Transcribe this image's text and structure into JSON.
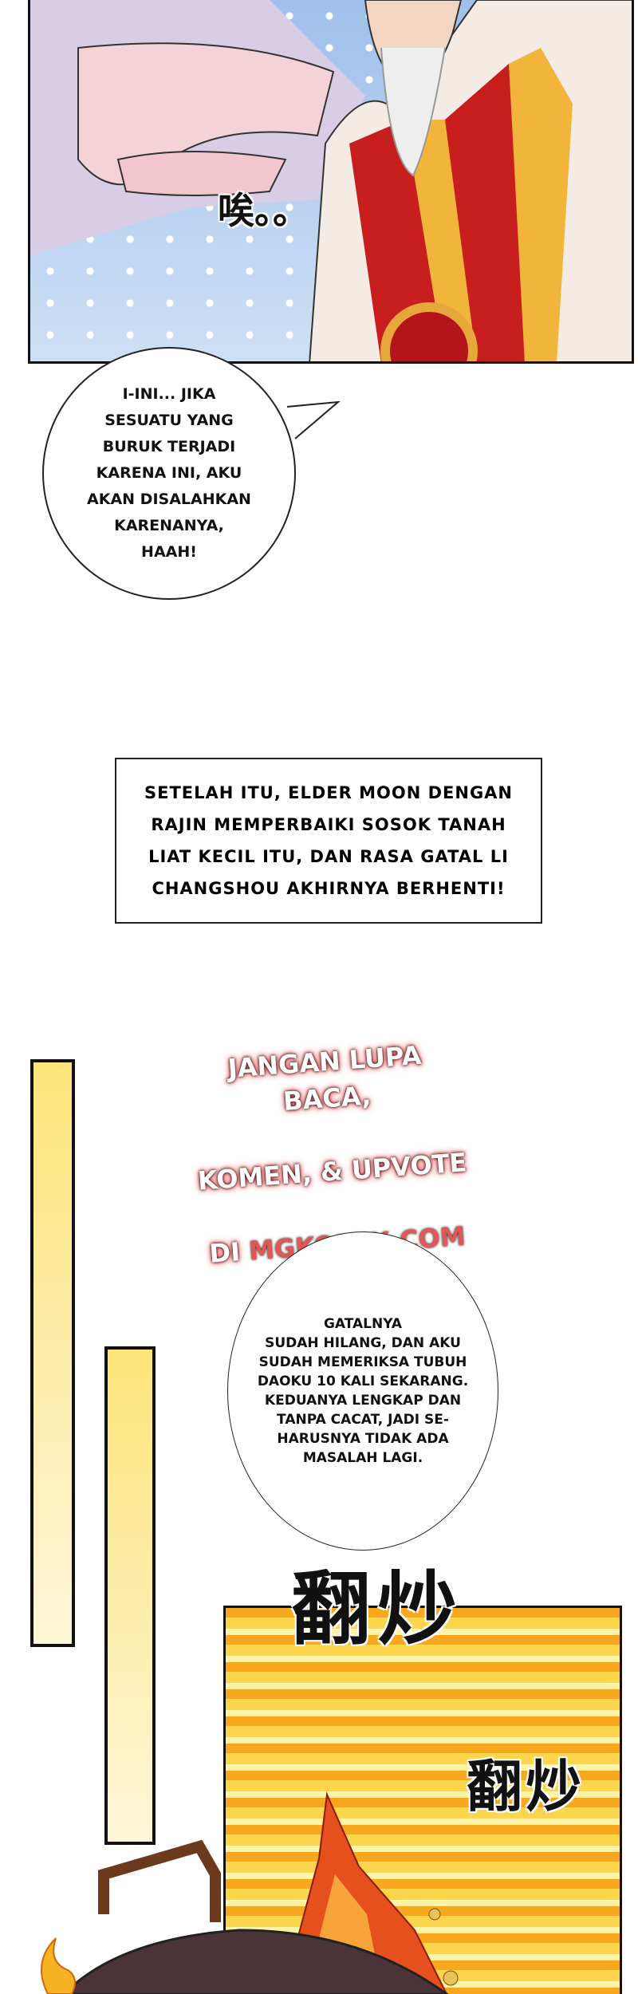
{
  "panel1": {
    "sfx": "唉。。"
  },
  "bubble1": {
    "text": "I-INI... JIKA\nSESUATU YANG\nBURUK TERJADI\nKARENA INI, AKU\nAKAN DISALAHKAN\nKARENANYA,\nHAAH!"
  },
  "caption": {
    "text": "SETELAH ITU, ELDER MOON DENGAN\nRAJIN MEMPERBAIKI SOSOK TANAH\nLIAT KECIL ITU, DAN RASA GATAL LI\nCHANGSHOU AKHIRNYA BERHENTI!"
  },
  "watermark": {
    "line1": "JANGAN LUPA BACA,",
    "line2": "KOMEN, & UPVOTE",
    "prefix": "DI ",
    "site": "MGKOMIK.COM"
  },
  "bubble2": {
    "text": "GATALNYA\nSUDAH HILANG, DAN AKU\nSUDAH MEMERIKSA TUBUH\nDAOKU 10 KALI SEKARANG.\nKEDUANYA LENGKAP DAN\nTANPA CACAT, JADI SE-\nHARUSNYA TIDAK ADA\nMASALAH LAGI."
  },
  "panel3": {
    "sfx_large": "翻炒",
    "sfx_small": "翻炒"
  }
}
